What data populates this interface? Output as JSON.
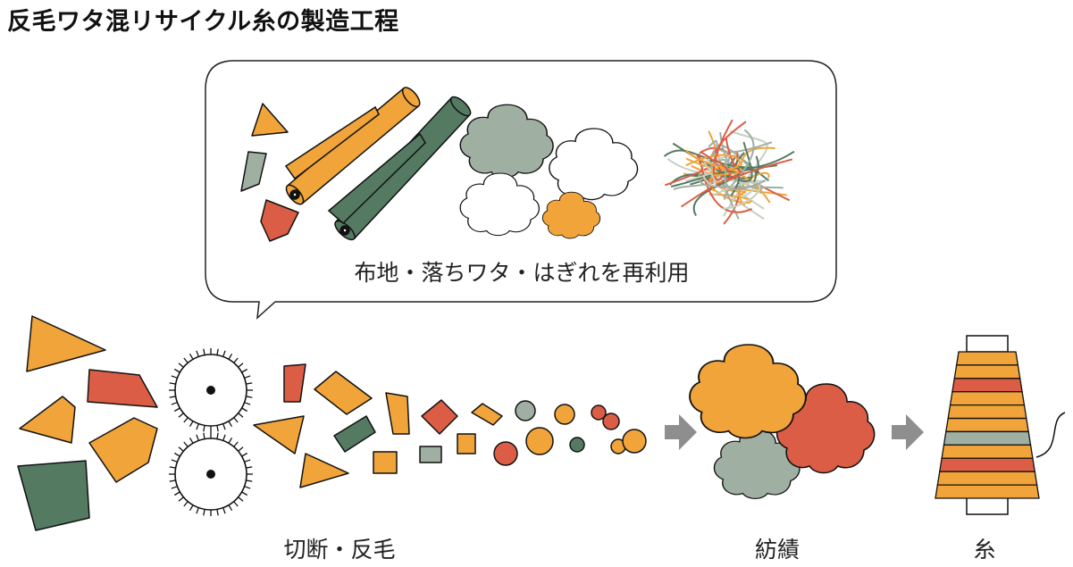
{
  "title": "反毛ワタ混リサイクル糸の製造工程",
  "bubble_label": "布地・落ちワタ・はぎれを再利用",
  "steps": {
    "cut": "切断・反毛",
    "spin": "紡績",
    "yarn": "糸"
  },
  "colors": {
    "orange": "#F0A43A",
    "red": "#DB5D46",
    "green": "#547A62",
    "gray": "#9FAFA1",
    "arrow": "#8E8E8E",
    "outline": "#111111"
  },
  "icons": {
    "rollers": "carding-roller-icon",
    "arrow": "process-arrow-icon",
    "cone": "yarn-cone-icon"
  }
}
